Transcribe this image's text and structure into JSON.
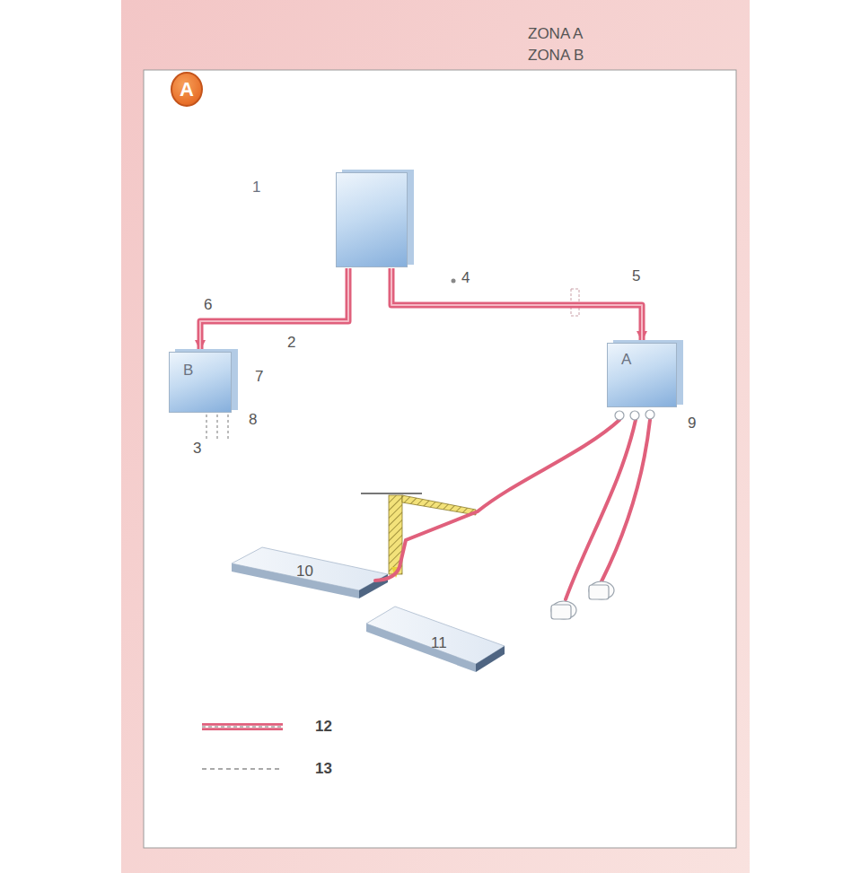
{
  "diagram": {
    "nodes": [
      {
        "text": [
          "A"
        ]
      },
      {
        "text": [
          "1"
        ]
      },
      {
        "text": [
          "B"
        ]
      },
      {
        "text": [
          "A"
        ]
      }
    ],
    "edges": [
      {
        "from": 1,
        "to": 2,
        "arrow": "to"
      },
      {
        "from": 1,
        "to": 3,
        "arrow": "to"
      }
    ],
    "labels": [
      "ZONA A",
      "ZONA B",
      "2",
      "3",
      "4",
      "5",
      "6",
      "7",
      "8",
      "9",
      "10",
      "11"
    ],
    "legend": [
      {
        "text": "12"
      },
      {
        "text": "13"
      }
    ]
  }
}
